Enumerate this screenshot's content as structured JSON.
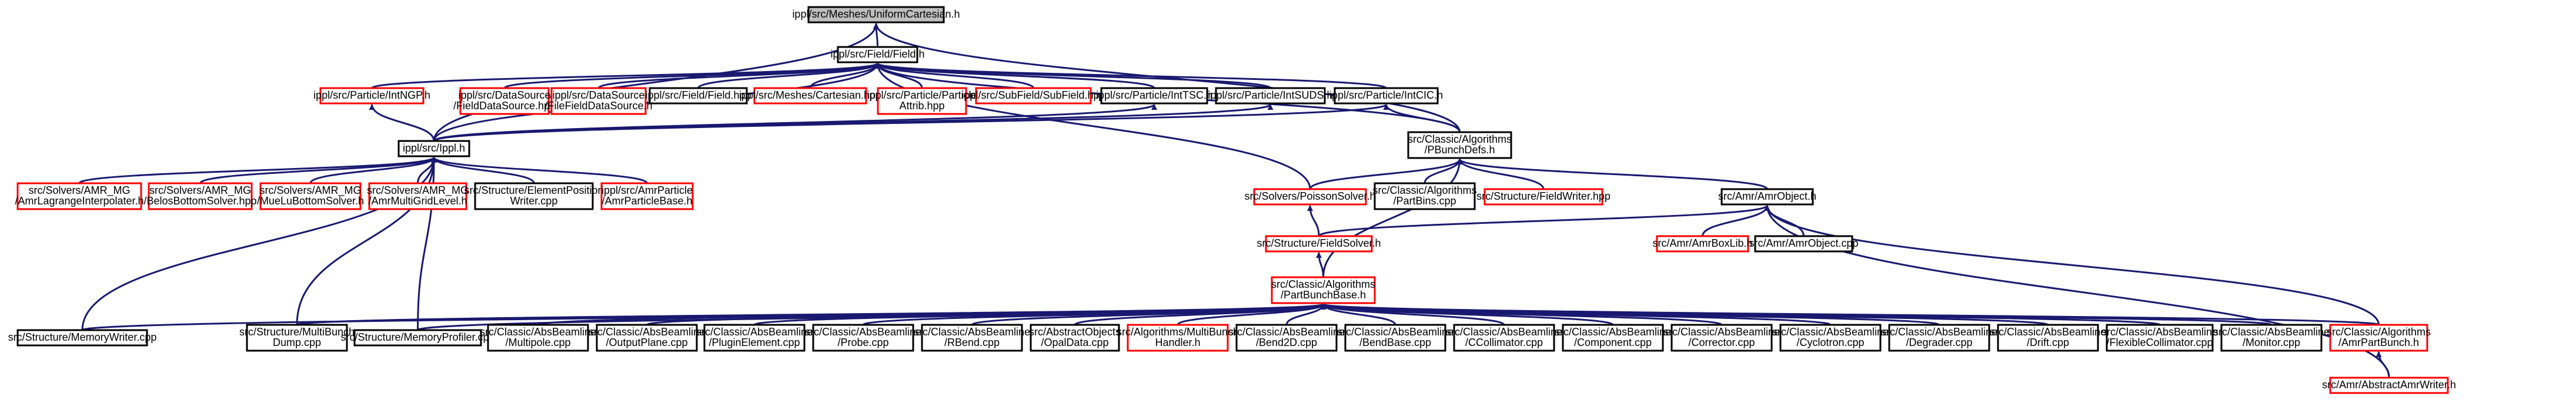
{
  "colors": {
    "edge": "#191970",
    "link_border": "#ff0000",
    "normal_border": "#000000",
    "root_fill": "#bfbfbf"
  },
  "nodes": [
    {
      "id": "uniform",
      "lines": [
        "ippl/src/Meshes/UniformCartesian.h"
      ],
      "style": "root"
    },
    {
      "id": "field",
      "lines": [
        "ippl/src/Field/Field.h"
      ],
      "style": "normal"
    },
    {
      "id": "intngp",
      "lines": [
        "ippl/src/Particle/IntNGP.h"
      ],
      "style": "red"
    },
    {
      "id": "fds",
      "lines": [
        "ippl/src/DataSource",
        "/FieldDataSource.hpp"
      ],
      "style": "red"
    },
    {
      "id": "ffds",
      "lines": [
        "ippl/src/DataSource",
        "/FileFieldDataSource.h"
      ],
      "style": "red"
    },
    {
      "id": "fieldhpp",
      "lines": [
        "ippl/src/Field/Field.hpp"
      ],
      "style": "normal"
    },
    {
      "id": "carthpp",
      "lines": [
        "ippl/src/Meshes/Cartesian.hpp"
      ],
      "style": "red"
    },
    {
      "id": "pattrib",
      "lines": [
        "ippl/src/Particle/Particle",
        "Attrib.hpp"
      ],
      "style": "red"
    },
    {
      "id": "subfield",
      "lines": [
        "ippl/src/SubField/SubField.hpp"
      ],
      "style": "red"
    },
    {
      "id": "inttsc",
      "lines": [
        "ippl/src/Particle/IntTSC.h"
      ],
      "style": "normal"
    },
    {
      "id": "intsuds",
      "lines": [
        "ippl/src/Particle/IntSUDS.h"
      ],
      "style": "normal"
    },
    {
      "id": "intcic",
      "lines": [
        "ippl/src/Particle/IntCIC.h"
      ],
      "style": "normal"
    },
    {
      "id": "ippl",
      "lines": [
        "ippl/src/Ippl.h"
      ],
      "style": "normal"
    },
    {
      "id": "pbunch",
      "lines": [
        "src/Classic/Algorithms",
        "/PBunchDefs.h"
      ],
      "style": "normal"
    },
    {
      "id": "amrlag",
      "lines": [
        "src/Solvers/AMR_MG",
        "/AmrLagrangeInterpolater.h"
      ],
      "style": "red"
    },
    {
      "id": "bbs",
      "lines": [
        "src/Solvers/AMR_MG",
        "/BelosBottomSolver.hpp"
      ],
      "style": "red"
    },
    {
      "id": "mlbs",
      "lines": [
        "src/Solvers/AMR_MG",
        "/MueLuBottomSolver.h"
      ],
      "style": "red"
    },
    {
      "id": "amrmgl",
      "lines": [
        "src/Solvers/AMR_MG",
        "/AmrMultiGridLevel.h"
      ],
      "style": "red"
    },
    {
      "id": "sepw",
      "lines": [
        "src/Structure/ElementPosition",
        "Writer.cpp"
      ],
      "style": "normal"
    },
    {
      "id": "amrpb",
      "lines": [
        "ippl/src/AmrParticle",
        "/AmrParticleBase.h"
      ],
      "style": "red"
    },
    {
      "id": "poisson",
      "lines": [
        "src/Solvers/PoissonSolver.h"
      ],
      "style": "red"
    },
    {
      "id": "partbins",
      "lines": [
        "src/Classic/Algorithms",
        "/PartBins.cpp"
      ],
      "style": "normal"
    },
    {
      "id": "fwhpp",
      "lines": [
        "src/Structure/FieldWriter.hpp"
      ],
      "style": "red"
    },
    {
      "id": "amrobj",
      "lines": [
        "src/Amr/AmrObject.h"
      ],
      "style": "normal"
    },
    {
      "id": "fsolver",
      "lines": [
        "src/Structure/FieldSolver.h"
      ],
      "style": "red"
    },
    {
      "id": "amrboxlib",
      "lines": [
        "src/Amr/AmrBoxLib.h"
      ],
      "style": "red"
    },
    {
      "id": "amrobjcpp",
      "lines": [
        "src/Amr/AmrObject.cpp"
      ],
      "style": "normal"
    },
    {
      "id": "pbb",
      "lines": [
        "src/Classic/Algorithms",
        "/PartBunchBase.h"
      ],
      "style": "red"
    },
    {
      "id": "memw",
      "lines": [
        "src/Structure/MemoryWriter.cpp"
      ],
      "style": "normal"
    },
    {
      "id": "mbd",
      "lines": [
        "src/Structure/MultiBunch",
        "Dump.cpp"
      ],
      "style": "normal"
    },
    {
      "id": "memp",
      "lines": [
        "src/Structure/MemoryProfiler.cpp"
      ],
      "style": "normal"
    },
    {
      "id": "multipole",
      "lines": [
        "src/Classic/AbsBeamline",
        "/Multipole.cpp"
      ],
      "style": "normal"
    },
    {
      "id": "outplane",
      "lines": [
        "src/Classic/AbsBeamline",
        "/OutputPlane.cpp"
      ],
      "style": "normal"
    },
    {
      "id": "plugin",
      "lines": [
        "src/Classic/AbsBeamline",
        "/PluginElement.cpp"
      ],
      "style": "normal"
    },
    {
      "id": "probe",
      "lines": [
        "src/Classic/AbsBeamline",
        "/Probe.cpp"
      ],
      "style": "normal"
    },
    {
      "id": "rbend",
      "lines": [
        "src/Classic/AbsBeamline",
        "/RBend.cpp"
      ],
      "style": "normal"
    },
    {
      "id": "opaldata",
      "lines": [
        "src/AbstractObjects",
        "/OpalData.cpp"
      ],
      "style": "normal"
    },
    {
      "id": "mbh",
      "lines": [
        "src/Algorithms/MultiBunch",
        "Handler.h"
      ],
      "style": "red"
    },
    {
      "id": "bend2d",
      "lines": [
        "src/Classic/AbsBeamline",
        "/Bend2D.cpp"
      ],
      "style": "normal"
    },
    {
      "id": "bendbase",
      "lines": [
        "src/Classic/AbsBeamline",
        "/BendBase.cpp"
      ],
      "style": "normal"
    },
    {
      "id": "ccoll",
      "lines": [
        "src/Classic/AbsBeamline",
        "/CCollimator.cpp"
      ],
      "style": "normal"
    },
    {
      "id": "component",
      "lines": [
        "src/Classic/AbsBeamline",
        "/Component.cpp"
      ],
      "style": "normal"
    },
    {
      "id": "corrector",
      "lines": [
        "src/Classic/AbsBeamline",
        "/Corrector.cpp"
      ],
      "style": "normal"
    },
    {
      "id": "cyclotron",
      "lines": [
        "src/Classic/AbsBeamline",
        "/Cyclotron.cpp"
      ],
      "style": "normal"
    },
    {
      "id": "degrader",
      "lines": [
        "src/Classic/AbsBeamline",
        "/Degrader.cpp"
      ],
      "style": "normal"
    },
    {
      "id": "drift",
      "lines": [
        "src/Classic/AbsBeamline",
        "/Drift.cpp"
      ],
      "style": "normal"
    },
    {
      "id": "flexcoll",
      "lines": [
        "src/Classic/AbsBeamline",
        "/FlexibleCollimator.cpp"
      ],
      "style": "normal"
    },
    {
      "id": "monitor",
      "lines": [
        "src/Classic/AbsBeamline",
        "/Monitor.cpp"
      ],
      "style": "normal"
    },
    {
      "id": "amrpbh",
      "lines": [
        "src/Classic/Algorithms",
        "/AmrPartBunch.h"
      ],
      "style": "red"
    },
    {
      "id": "amrwriter",
      "lines": [
        "src/Amr/AbstractAmrWriter.h"
      ],
      "style": "red"
    }
  ],
  "edges": [
    [
      "field",
      "uniform"
    ],
    [
      "ippl",
      "uniform"
    ],
    [
      "pbunch",
      "uniform"
    ],
    [
      "intngp",
      "field"
    ],
    [
      "fds",
      "field"
    ],
    [
      "ffds",
      "field"
    ],
    [
      "fieldhpp",
      "field"
    ],
    [
      "carthpp",
      "field"
    ],
    [
      "pattrib",
      "field"
    ],
    [
      "subfield",
      "field"
    ],
    [
      "inttsc",
      "field"
    ],
    [
      "intsuds",
      "field"
    ],
    [
      "intcic",
      "field"
    ],
    [
      "ippl",
      "field"
    ],
    [
      "pbunch",
      "field"
    ],
    [
      "poisson",
      "field"
    ],
    [
      "ippl",
      "intngp"
    ],
    [
      "ippl",
      "inttsc"
    ],
    [
      "ippl",
      "intsuds"
    ],
    [
      "ippl",
      "intcic"
    ],
    [
      "pbunch",
      "intcic"
    ],
    [
      "amrlag",
      "ippl"
    ],
    [
      "bbs",
      "ippl"
    ],
    [
      "mlbs",
      "ippl"
    ],
    [
      "amrmgl",
      "ippl"
    ],
    [
      "sepw",
      "ippl"
    ],
    [
      "amrpb",
      "ippl"
    ],
    [
      "memw",
      "ippl"
    ],
    [
      "mbd",
      "ippl"
    ],
    [
      "memp",
      "ippl"
    ],
    [
      "poisson",
      "pbunch"
    ],
    [
      "partbins",
      "pbunch"
    ],
    [
      "fwhpp",
      "pbunch"
    ],
    [
      "amrobj",
      "pbunch"
    ],
    [
      "pbb",
      "pbunch"
    ],
    [
      "fsolver",
      "poisson"
    ],
    [
      "fsolver",
      "amrobj"
    ],
    [
      "amrboxlib",
      "amrobj"
    ],
    [
      "amrobjcpp",
      "amrobj"
    ],
    [
      "amrpbh",
      "amrobj"
    ],
    [
      "amrwriter",
      "amrobj"
    ],
    [
      "pbb",
      "fsolver"
    ],
    [
      "memw",
      "pbb"
    ],
    [
      "mbd",
      "pbb"
    ],
    [
      "memp",
      "pbb"
    ],
    [
      "multipole",
      "pbb"
    ],
    [
      "outplane",
      "pbb"
    ],
    [
      "plugin",
      "pbb"
    ],
    [
      "probe",
      "pbb"
    ],
    [
      "rbend",
      "pbb"
    ],
    [
      "opaldata",
      "pbb"
    ],
    [
      "mbh",
      "pbb"
    ],
    [
      "bend2d",
      "pbb"
    ],
    [
      "bendbase",
      "pbb"
    ],
    [
      "ccoll",
      "pbb"
    ],
    [
      "component",
      "pbb"
    ],
    [
      "corrector",
      "pbb"
    ],
    [
      "cyclotron",
      "pbb"
    ],
    [
      "degrader",
      "pbb"
    ],
    [
      "drift",
      "pbb"
    ],
    [
      "flexcoll",
      "pbb"
    ],
    [
      "monitor",
      "pbb"
    ],
    [
      "amrpbh",
      "pbb"
    ],
    [
      "amrwriter",
      "amrpbh"
    ]
  ]
}
